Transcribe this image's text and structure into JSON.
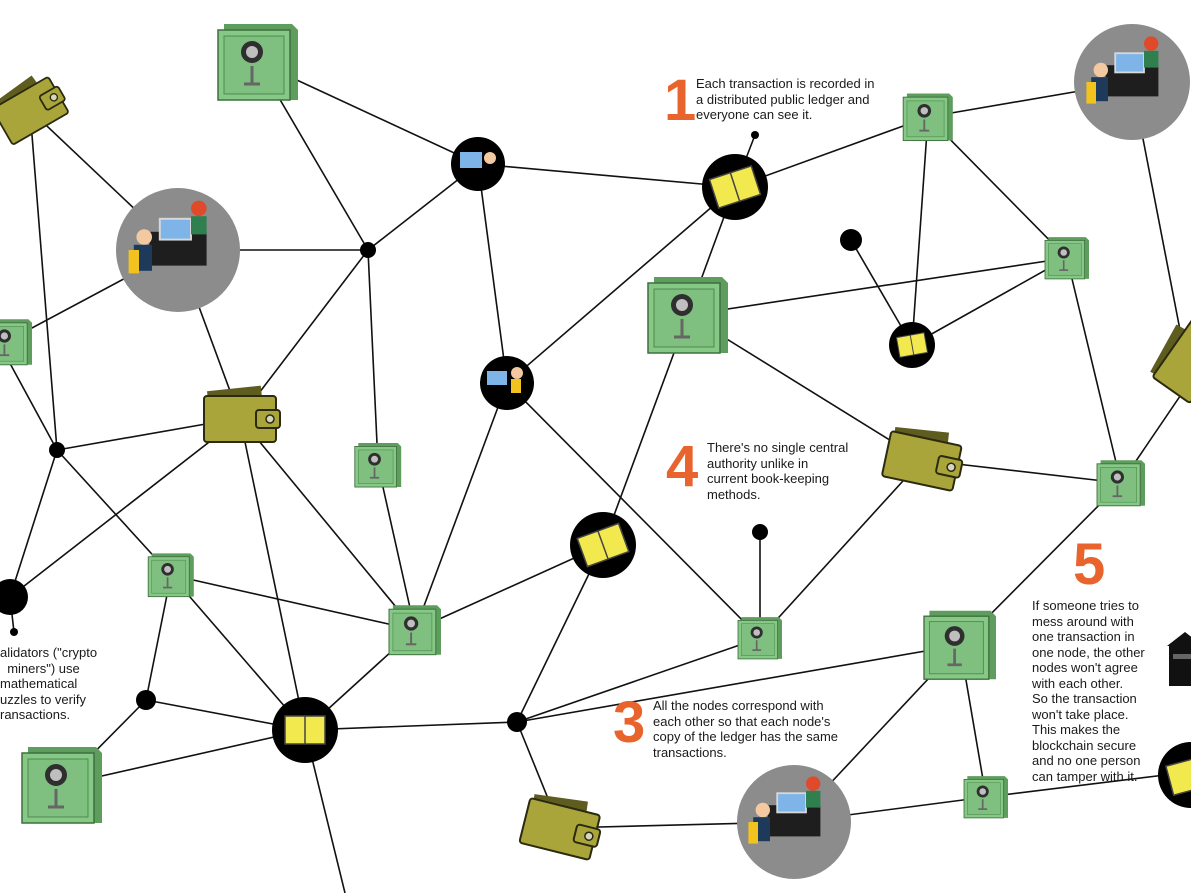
{
  "notes": [
    {
      "number": "1",
      "text": "Each transaction is recorded in\na distributed public ledger and\neveryone can see it."
    },
    {
      "number": "4",
      "text": "There's no single central\nauthority unlike in\ncurrent book-keeping\nmethods."
    },
    {
      "number": "3",
      "text": "All the nodes correspond with\neach other so that each node's\ncopy of the ledger has the same\ntransactions."
    },
    {
      "number": "5",
      "text": "If someone tries to\nmess around with\none transaction in\none node, the other\nnodes won't agree\nwith each other.\nSo the transaction\nwon't take place.\nThis makes the\nblockchain secure\nand no one person\ncan tamper with it."
    },
    {
      "number": "",
      "text": "alidators (\"crypto\n  miners\") use\nmathematical\nuzzles to verify\nransactions."
    }
  ],
  "colors": {
    "accent": "#e8642c",
    "safe": "#7fc47f",
    "wallet": "#a6a23a",
    "ledger": "#f2e94e",
    "node_circle": "#8a8a8a",
    "dot": "#000000",
    "line": "#111111"
  },
  "icons": {
    "safe": "safe-icon",
    "wallet": "wallet-icon",
    "ledger": "ledger-book-icon",
    "workstation": "workstation-icon",
    "hacker": "hacker-icon"
  }
}
